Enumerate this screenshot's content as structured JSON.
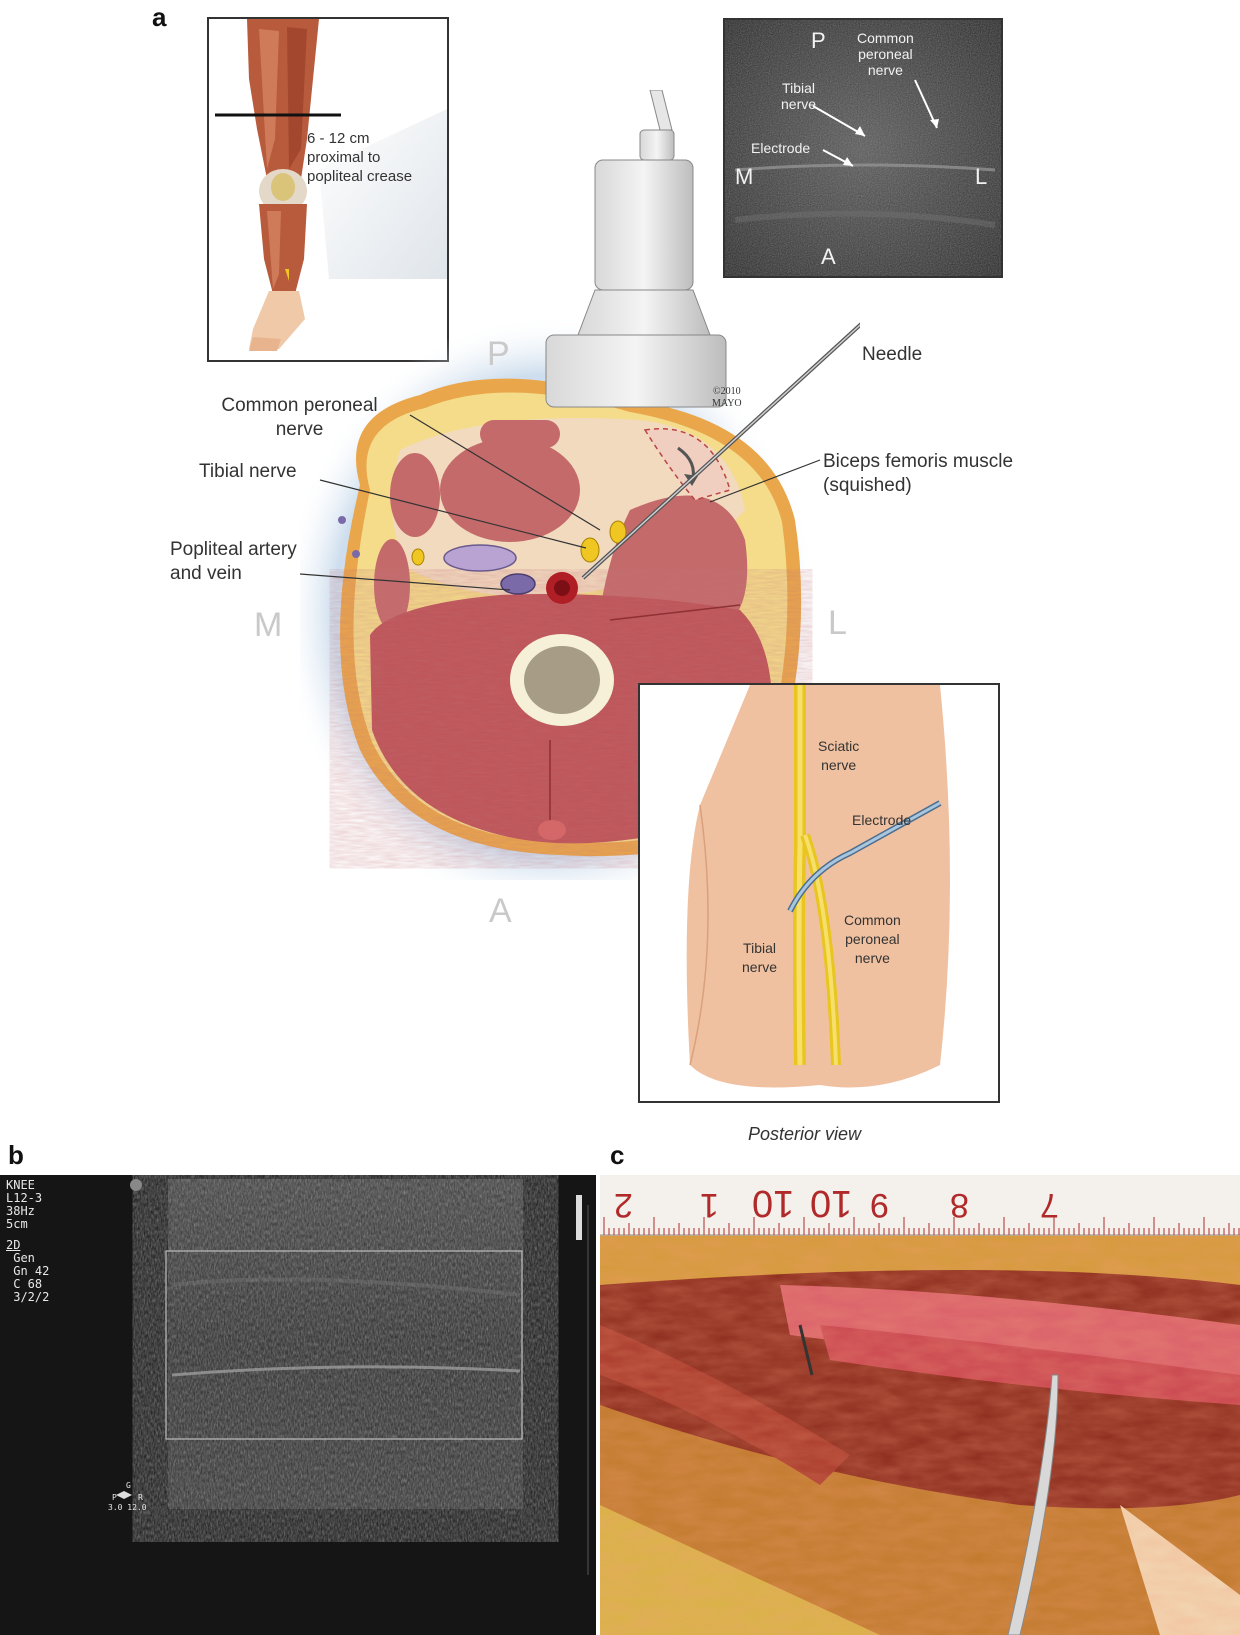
{
  "panels": {
    "a": "a",
    "b": "b",
    "c": "c"
  },
  "leg_inset": {
    "caption": "6 - 12 cm\nproximal to\npopliteal crease"
  },
  "ultrasound_inset": {
    "labels": {
      "P": "P",
      "A": "A",
      "M": "M",
      "L": "L",
      "common_peroneal": "Common\nperoneal\nnerve",
      "tibial": "Tibial\nnerve",
      "electrode": "Electrode"
    }
  },
  "cross_section": {
    "orientation": {
      "P": "P",
      "M": "M",
      "L": "L",
      "A": "A"
    },
    "labels": {
      "common_peroneal": "Common peroneal\nnerve",
      "tibial": "Tibial nerve",
      "popliteal": "Popliteal artery\nand vein",
      "needle": "Needle",
      "biceps": "Biceps femoris muscle\n(squished)",
      "copyright": "©2010\nMAYO"
    }
  },
  "posterior_inset": {
    "labels": {
      "sciatic": "Sciatic\nnerve",
      "electrode": "Electrode",
      "common_peroneal": "Common\nperoneal\nnerve",
      "tibial": "Tibial\nnerve"
    },
    "caption": "Posterior view"
  },
  "ultrasound_b": {
    "info": [
      "KNEE",
      "L12-3",
      "38Hz",
      "5cm",
      "",
      "2D",
      " Gen",
      " Gn 42",
      " C 68",
      " 3/2/2"
    ],
    "probe": {
      "g": "G",
      "p": "P",
      "r": "R",
      "values": "3.0 12.0"
    }
  },
  "photo_c": {
    "ruler_numbers": [
      "2",
      "1",
      "10",
      "9",
      "8",
      "7"
    ]
  },
  "colors": {
    "fat": "#f1d27a",
    "skin": "#e9a64a",
    "muscle": "#b94f55",
    "nerve": "#f0c623",
    "artery": "#b01e26",
    "vein": "#7a6aa8",
    "ultrasound_bg": "#2a2a2a"
  }
}
